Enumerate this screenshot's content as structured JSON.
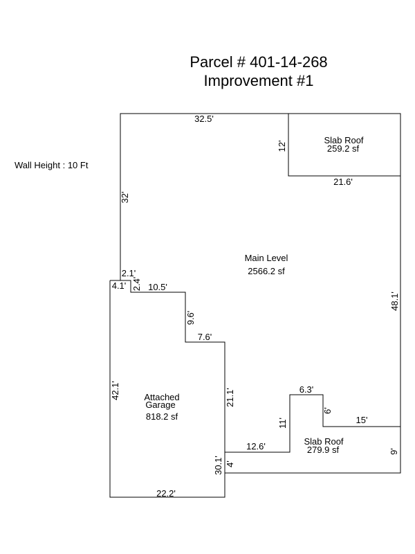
{
  "header": {
    "title": "Parcel # 401-14-268",
    "subtitle": "Improvement #1"
  },
  "note": "Wall Height : 10 Ft",
  "areas": {
    "main": {
      "name": "Main Level",
      "area": "2566.2 sf"
    },
    "garage": {
      "name_line1": "Attached",
      "name_line2": "Garage",
      "area": "818.2 sf"
    },
    "slab_top": {
      "name": "Slab Roof",
      "area": "259.2 sf"
    },
    "slab_bottom": {
      "name": "Slab Roof",
      "area": "279.9 sf"
    }
  },
  "dimensions": {
    "top": "32.5'",
    "slab_top_height": "12'",
    "slab_top_width": "21.6'",
    "left_main": "32'",
    "right_main": "48.1'",
    "step_a": "2.1'",
    "step_b": "4.1'",
    "step_c": "2.4'",
    "step_d": "10.5'",
    "step_e": "9.6'",
    "step_f": "7.6'",
    "step_g": "21.1'",
    "garage_left": "42.1'",
    "garage_bottom": "22.2'",
    "garage_right_lower": "30.1'",
    "notch_top": "6.3'",
    "notch_right": "6'",
    "notch_left": "11'",
    "slab_bottom_top": "15'",
    "slab_bottom_left": "12.6'",
    "slab_bottom_small": "4'",
    "slab_bottom_right": "9'"
  }
}
